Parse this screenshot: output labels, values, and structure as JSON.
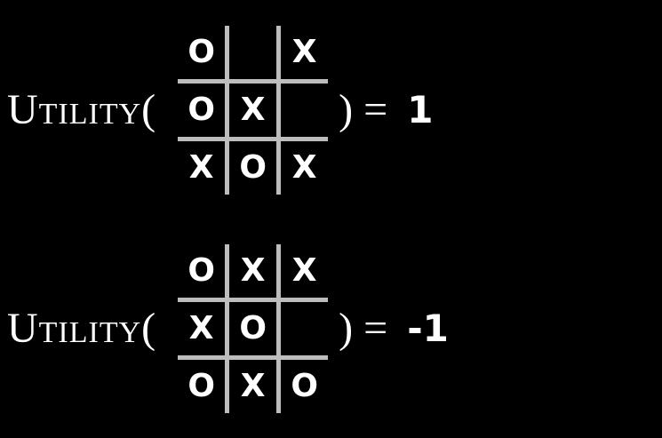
{
  "colors": {
    "background": "#000000",
    "grid_line": "#bdbdbd",
    "text": "#ffffff"
  },
  "expressions": [
    {
      "label": "Utility(",
      "close": ") =",
      "value": "1",
      "board": [
        [
          "O",
          "",
          "X"
        ],
        [
          "O",
          "X",
          ""
        ],
        [
          "X",
          "O",
          "X"
        ]
      ]
    },
    {
      "label": "Utility(",
      "close": ") =",
      "value": "-1",
      "board": [
        [
          "O",
          "X",
          "X"
        ],
        [
          "X",
          "O",
          ""
        ],
        [
          "O",
          "X",
          "O"
        ]
      ]
    }
  ]
}
